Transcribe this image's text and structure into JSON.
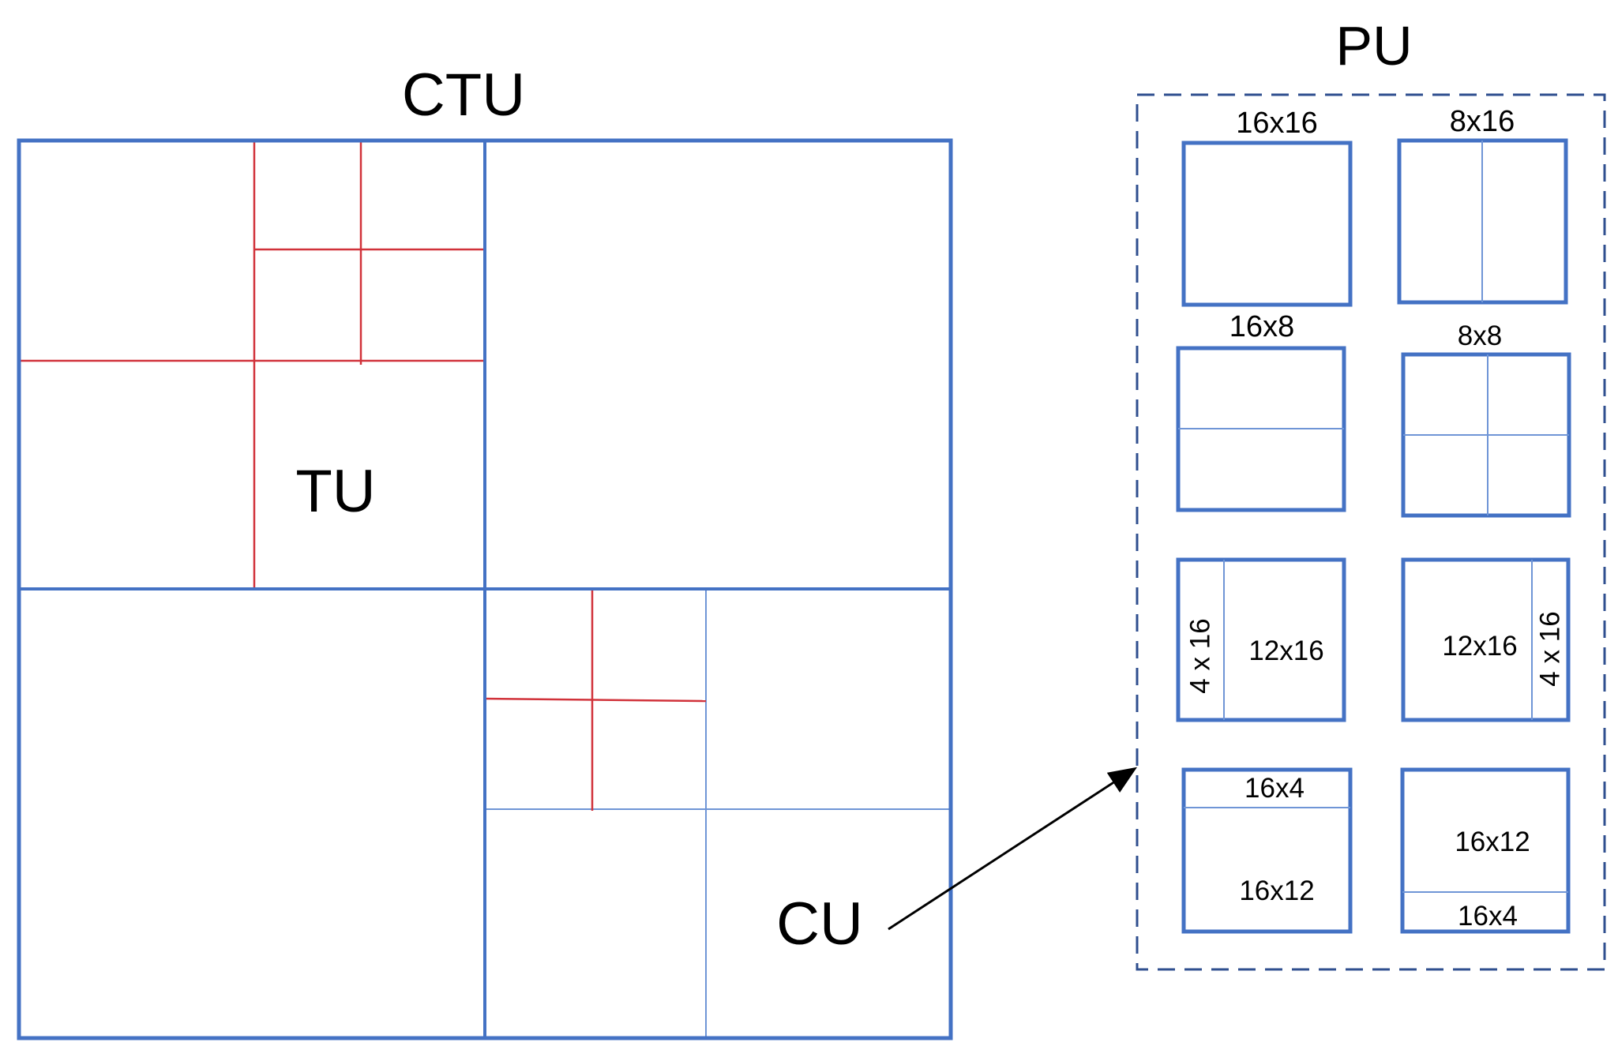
{
  "colors": {
    "cu_border": "#4472c4",
    "cu_split": "#6f95d6",
    "tu_split": "#d1323a",
    "pu_frame": "#2f4f8f",
    "arrow": "#000000",
    "background": "#ffffff"
  },
  "labels": {
    "ctu": "CTU",
    "tu": "TU",
    "cu": "CU",
    "pu": "PU"
  },
  "pu_partitions": {
    "p_16x16": "16x16",
    "p_8x16": "8x16",
    "p_16x8": "16x8",
    "p_8x8": "8x8",
    "p_4x16_left": "4 x 16",
    "p_12x16_left": "12x16",
    "p_12x16_right": "12x16",
    "p_4x16_right": "4 x 16",
    "p_16x4_top": "16x4",
    "p_16x12_top": "16x12",
    "p_16x12_bottom": "16x12",
    "p_16x4_bottom": "16x4"
  }
}
